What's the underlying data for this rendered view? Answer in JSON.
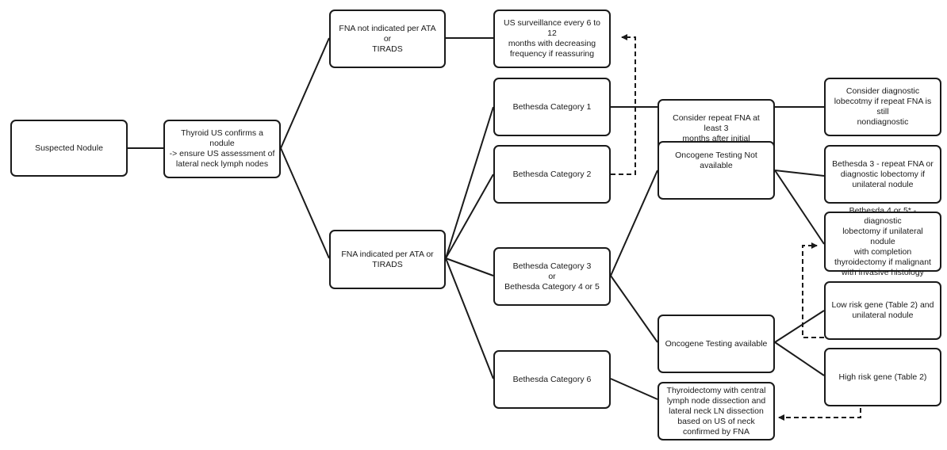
{
  "nodes": {
    "suspected": {
      "lines": [
        "Suspected Nodule"
      ]
    },
    "thyroid_us": {
      "lines": [
        "Thyroid US confirms a nodule",
        "-> ensure US assessment of",
        "lateral neck lymph nodes"
      ]
    },
    "fna_not": {
      "lines": [
        "FNA not indicated per ATA or",
        "TIRADS"
      ]
    },
    "fna_ind": {
      "lines": [
        "FNA indicated per ATA or",
        "TIRADS"
      ]
    },
    "surveil": {
      "lines": [
        "US surveillance every 6 to 12",
        "months with decreasing",
        "frequency if reassuring"
      ]
    },
    "beth1": {
      "lines": [
        "Bethesda Category 1"
      ]
    },
    "beth2": {
      "lines": [
        "Bethesda Category 2"
      ]
    },
    "beth345": {
      "lines": [
        "Bethesda Category 3",
        "or",
        "Bethesda Category 4 or 5"
      ]
    },
    "beth6": {
      "lines": [
        "Bethesda Category 6"
      ]
    },
    "repeat": {
      "lines": [
        "Consider repeat FNA at least 3",
        "months after initial"
      ]
    },
    "diaglob": {
      "lines": [
        "Consider diagnostic",
        "lobecotmy if repeat FNA is still",
        "nondiagnostic"
      ]
    },
    "onc_not": {
      "lines": [
        "Oncogene Testing Not",
        "available"
      ]
    },
    "onc_av": {
      "lines": [
        "Oncogene Testing available"
      ]
    },
    "thyroidectomy": {
      "lines": [
        "Thyroidectomy with central",
        "lymph node dissection and",
        "lateral neck LN dissection",
        "based on US of neck",
        "confirmed by FNA"
      ]
    },
    "beth3r": {
      "lines": [
        "Bethesda 3 - repeat FNA or",
        "diagnostic lobectomy if",
        "unilateral nodule"
      ]
    },
    "beth45r": {
      "lines": [
        "Bethesda 4 or 5* - diagnostic",
        "lobectomy if unilateral nodule",
        "with completion",
        "thyroidectomy if malignant",
        "with invasive histology"
      ]
    },
    "lowrisk": {
      "lines": [
        "Low risk gene (Table 2) and",
        "unilateral nodule"
      ]
    },
    "highrisk": {
      "lines": [
        "High risk gene (Table 2)"
      ]
    }
  }
}
